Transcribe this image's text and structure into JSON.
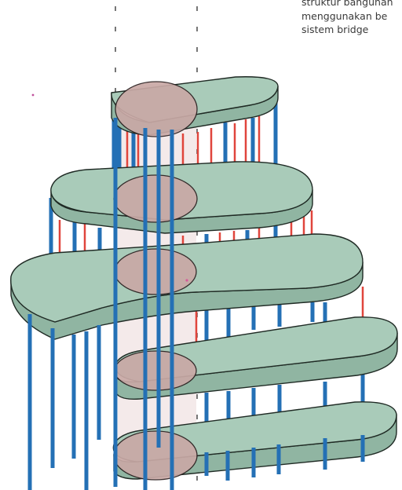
{
  "caption": {
    "lines": [
      "struktur bangunan",
      "menggunakan be",
      "sistem bridge"
    ]
  },
  "colors": {
    "slab_fill": "#a9cbb9",
    "slab_edge": "#1f2a24",
    "core_fill": "#c9a9a6",
    "core_shaft": "#f2e6e6",
    "blue_column": "#2470b5",
    "red_hanger": "#e0453c",
    "axis_line": "#555555"
  }
}
